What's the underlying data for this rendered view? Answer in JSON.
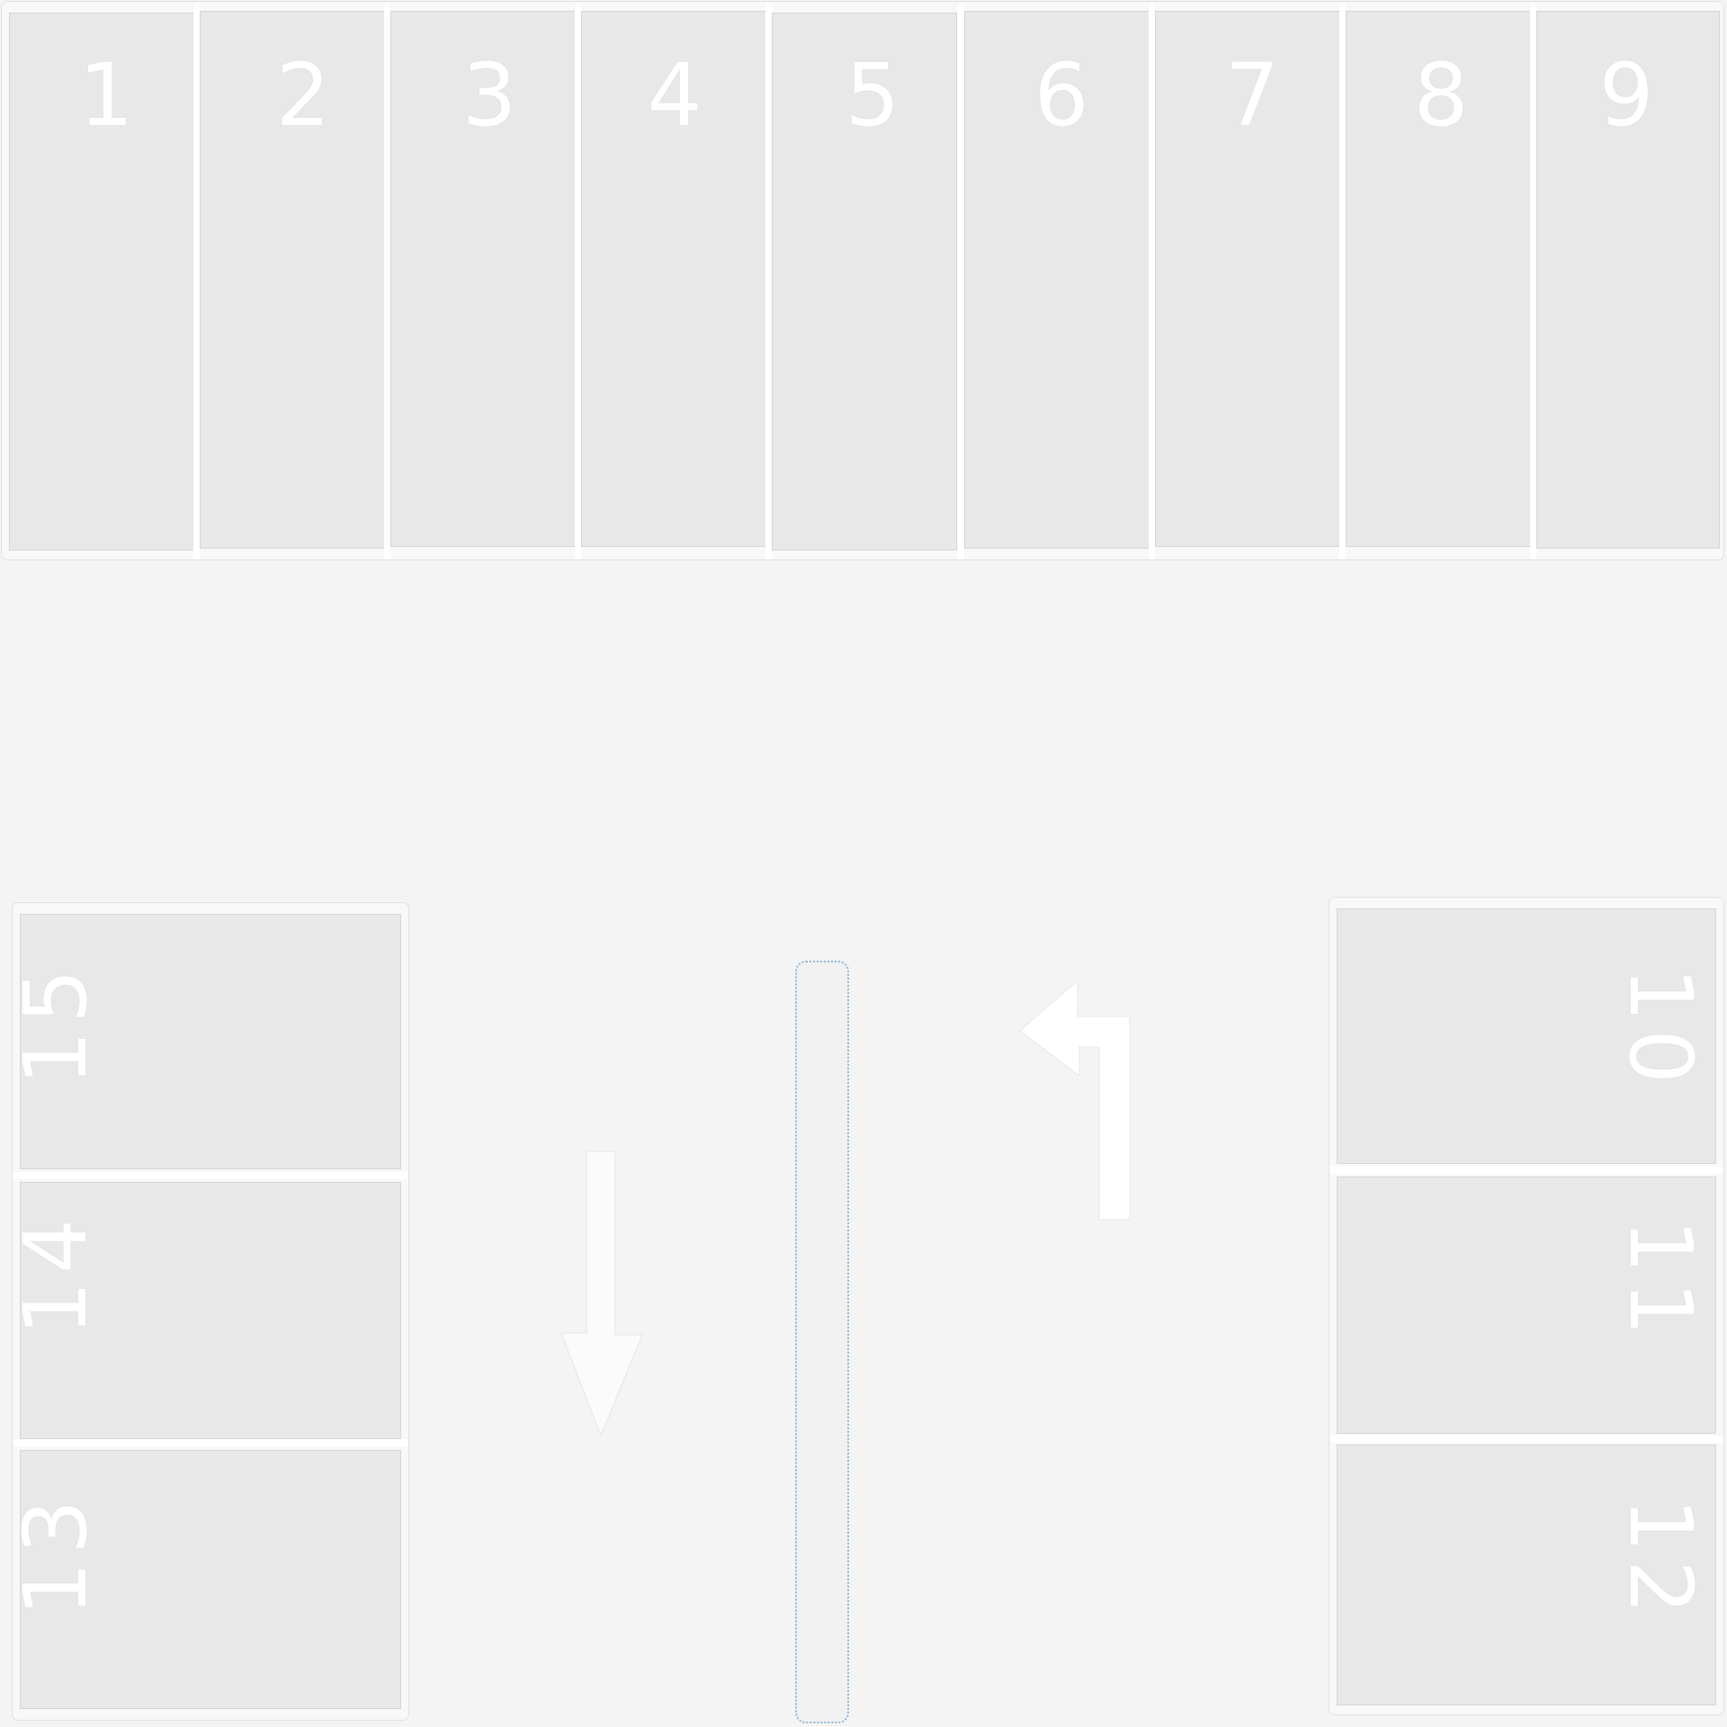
{
  "top_row": {
    "spaces": [
      {
        "number": "1"
      },
      {
        "number": "2"
      },
      {
        "number": "3"
      },
      {
        "number": "4"
      },
      {
        "number": "5"
      },
      {
        "number": "6"
      },
      {
        "number": "7"
      },
      {
        "number": "8"
      },
      {
        "number": "9"
      }
    ]
  },
  "right_row": {
    "spaces": [
      {
        "number": "10"
      },
      {
        "number": "11"
      },
      {
        "number": "12"
      }
    ]
  },
  "left_row": {
    "spaces": [
      {
        "number": "15"
      },
      {
        "number": "14"
      },
      {
        "number": "13"
      }
    ]
  },
  "markings": {
    "arrow_down": "down-arrow",
    "arrow_turn": "left-turn-arrow",
    "island": "median-island"
  },
  "colors": {
    "background": "#f4f4f4",
    "space_fill": "#e8e8e8",
    "line": "#ffffff",
    "island_border": "#8fb7d8"
  }
}
